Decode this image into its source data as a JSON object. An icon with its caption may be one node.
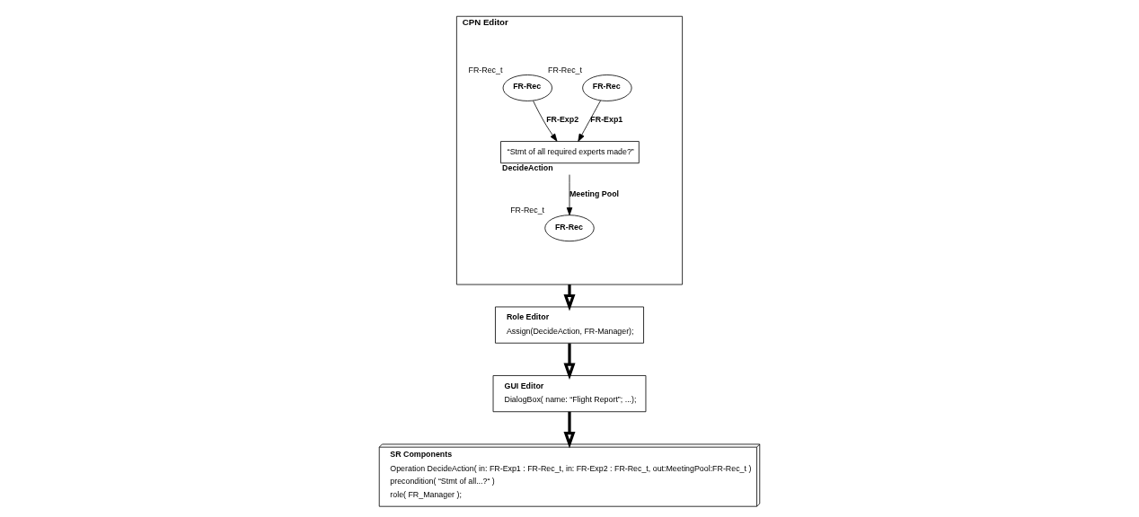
{
  "diagram": {
    "nodes": [
      {
        "text": [
          "CPN Editor"
        ]
      },
      {
        "text": [
          "FR-Rec"
        ],
        "beside": [
          "FR-Rec_t"
        ],
        "in": 0
      },
      {
        "text": [
          "FR-Rec"
        ],
        "beside": [
          "FR-Rec_t"
        ],
        "in": 0
      },
      {
        "text": [
          "“Stmt of all required experts made?”"
        ],
        "beside": [
          "DecideAction"
        ],
        "in": 0
      },
      {
        "text": [
          "FR-Rec"
        ],
        "beside": [
          "FR-Rec_t"
        ],
        "in": 0
      },
      {
        "text": [
          "Role Editor",
          "Assign(DecideAction, FR-Manager);"
        ]
      },
      {
        "text": [
          "GUI Editor",
          "DialogBox( name: “Flight Report”; ...);"
        ]
      },
      {
        "text": [
          "SR Components",
          "Operation DecideAction( in: FR-Exp1 : FR-Rec_t, in: FR-Exp2 : FR-Rec_t, out:MeetingPool:FR-Rec_t )",
          "precondition( “Stmt of all...?“ )",
          "role( FR_Manager );"
        ]
      }
    ],
    "edges": [
      {
        "from": 1,
        "to": 3,
        "arrow": "to",
        "label": "FR-Exp1"
      },
      {
        "from": 2,
        "to": 3,
        "arrow": "to",
        "label": "FR-Exp2"
      },
      {
        "from": 3,
        "to": 4,
        "arrow": "to",
        "label": "Meeting Pool"
      },
      {
        "from": 0,
        "to": 5,
        "arrow": "to",
        "style": "thick"
      },
      {
        "from": 5,
        "to": 6,
        "arrow": "to",
        "style": "thick"
      },
      {
        "from": 6,
        "to": 7,
        "arrow": "to",
        "style": "thick"
      }
    ]
  }
}
